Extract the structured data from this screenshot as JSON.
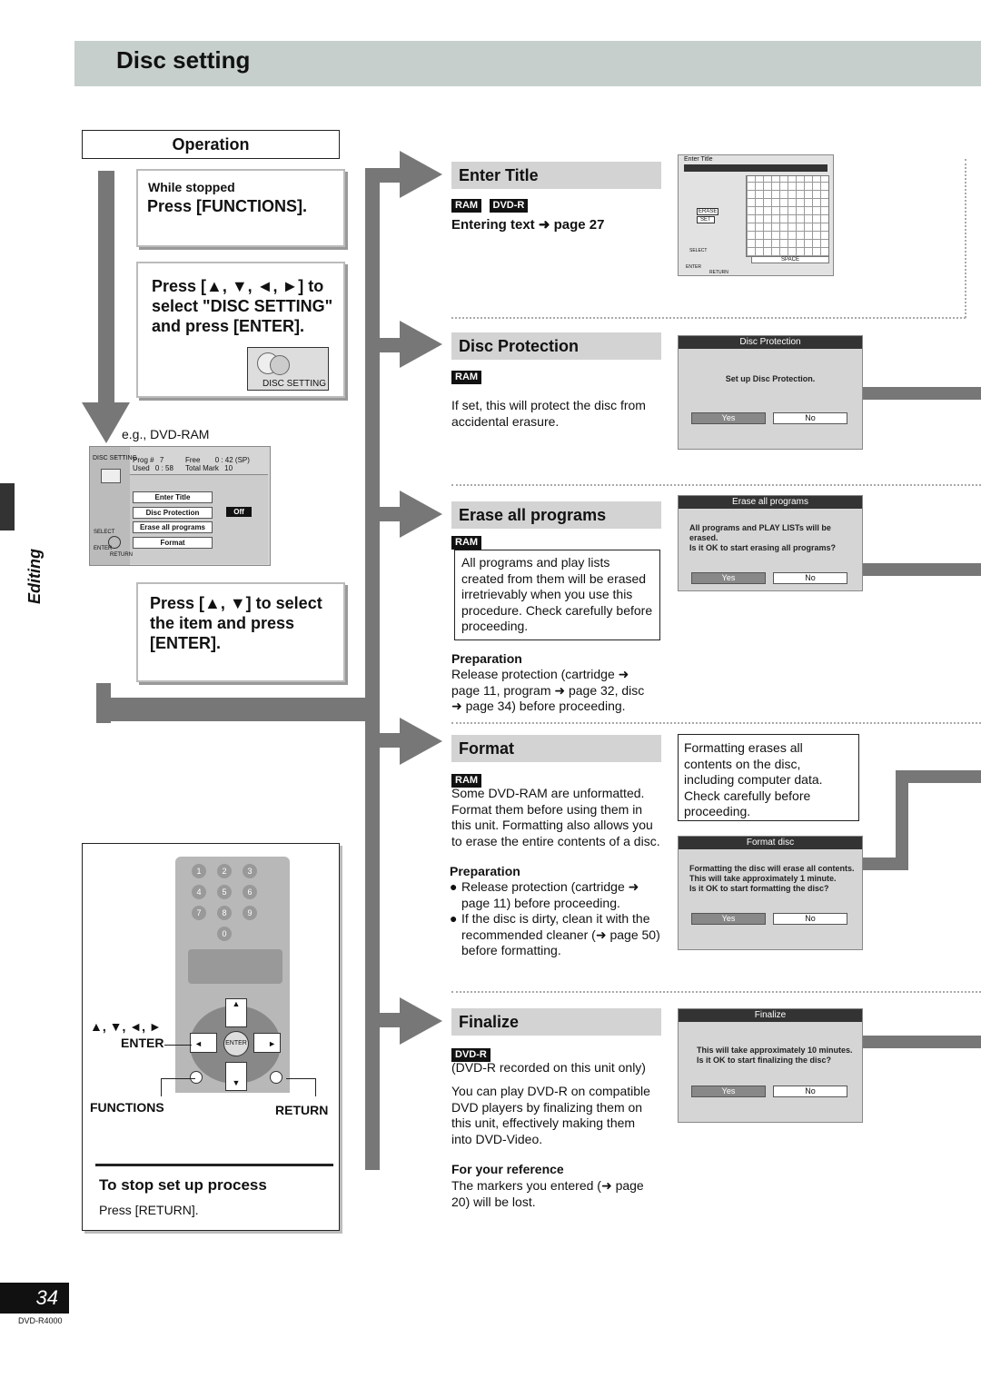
{
  "header": {
    "title": "Disc setting"
  },
  "operation": {
    "label": "Operation",
    "step1_small": "While stopped",
    "step1_main": "Press [FUNCTIONS].",
    "step2_main": "Press [▲, ▼, ◄, ►] to select \"DISC SETTING\" and press [ENTER].",
    "step2_icon_label": "DISC SETTING",
    "example_label": "e.g., DVD-RAM",
    "step3_main": "Press [▲, ▼] to select the item and press [ENTER]."
  },
  "disc_setting_screen": {
    "corner": "DISC SETTING",
    "prog_label": "Prog #",
    "prog_value": "7",
    "free_label": "Free",
    "free_value": "0 : 42 (SP)",
    "used_label": "Used",
    "used_value": "0 : 58",
    "total_mark_label": "Total Mark",
    "total_mark_value": "10",
    "items": [
      "Enter Title",
      "Disc Protection",
      "Erase all programs",
      "Format"
    ],
    "protection_value": "Off",
    "select_label": "SELECT",
    "enter_label": "ENTER",
    "return_label": "RETURN"
  },
  "side_label": "Editing",
  "remote": {
    "arrows_label": "▲, ▼, ◄, ►",
    "enter_label": "ENTER",
    "functions_label": "FUNCTIONS",
    "return_label": "RETURN",
    "stop_title": "To stop set up process",
    "stop_text": "Press [RETURN]."
  },
  "sections": {
    "enter_title": {
      "title": "Enter Title",
      "tags": [
        "RAM",
        "DVD-R"
      ],
      "text": "Entering text ➜ page 27",
      "screen_title": "Enter Title",
      "erase": "ERASE",
      "set": "SET",
      "space": "SPACE",
      "select": "SELECT",
      "enter": "ENTER",
      "return": "RETURN"
    },
    "disc_protection": {
      "title": "Disc Protection",
      "tags": [
        "RAM"
      ],
      "text": "If set, this will protect the disc from accidental erasure.",
      "screen_title": "Disc Protection",
      "screen_msg": "Set up Disc Protection.",
      "yes": "Yes",
      "no": "No"
    },
    "erase_all": {
      "title": "Erase all programs",
      "tags": [
        "RAM"
      ],
      "warning": "All programs and play lists created from them will be erased irretrievably when you use this procedure. Check carefully before proceeding.",
      "prep_title": "Preparation",
      "prep_text": "Release protection (cartridge ➜ page 11, program ➜ page 32, disc ➜ page 34) before proceeding.",
      "screen_title": "Erase all programs",
      "screen_msg": "All programs and PLAY LISTs will be erased.\nIs it OK to start erasing all programs?",
      "yes": "Yes",
      "no": "No"
    },
    "format": {
      "title": "Format",
      "tags": [
        "RAM"
      ],
      "text": "Some DVD-RAM are unformatted. Format them before using them in this unit. Formatting also allows you to erase the entire contents of a disc.",
      "prep_title": "Preparation",
      "prep_items": [
        "Release protection (cartridge ➜ page 11) before proceeding.",
        "If the disc is dirty, clean it with the recommended cleaner (➜ page 50) before formatting."
      ],
      "warning": "Formatting erases all contents on the disc, including computer data. Check carefully before proceeding.",
      "screen_title": "Format disc",
      "screen_msg": "Formatting the disc will erase all contents.\nThis will take approximately 1 minute.\nIs it OK to start formatting the disc?",
      "yes": "Yes",
      "no": "No"
    },
    "finalize": {
      "title": "Finalize",
      "tags": [
        "DVD-R"
      ],
      "sub": "(DVD-R recorded on this unit only)",
      "text": "You can play DVD-R on compatible DVD players by finalizing them on this unit, effectively making them into DVD-Video.",
      "ref_title": "For your reference",
      "ref_text": "The markers you entered (➜ page 20) will be lost.",
      "screen_title": "Finalize",
      "screen_msg": "This will take approximately 10 minutes.\nIs it OK to start finalizing the disc?",
      "yes": "Yes",
      "no": "No"
    }
  },
  "footer": {
    "page_number": "34",
    "model": "DVD-R4000"
  },
  "colors": {
    "header_bg": "#c6cfcc",
    "flow_gray": "#777777",
    "section_bg": "#d3d3d3"
  }
}
